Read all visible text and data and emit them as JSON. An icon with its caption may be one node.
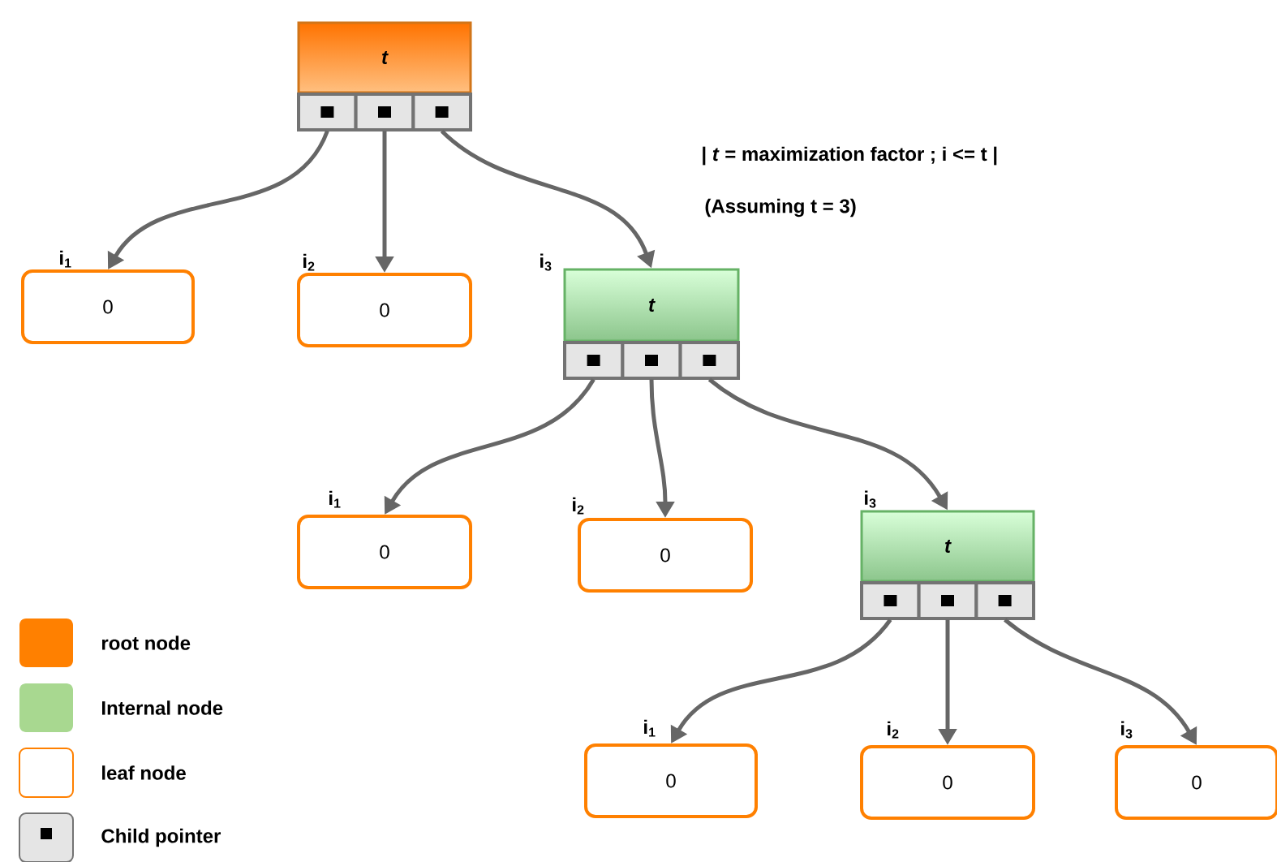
{
  "diagram": {
    "nodes": [
      {
        "text": [
          "t"
        ]
      },
      {
        "text": [
          "0"
        ],
        "beside": [
          "i$_{1}$"
        ]
      },
      {
        "text": [
          "0"
        ],
        "beside": [
          "i$_{2}$"
        ]
      },
      {
        "text": [
          "t"
        ],
        "beside": [
          "i$_{3}$"
        ]
      },
      {
        "text": [
          "0"
        ],
        "beside": [
          "i$_{1}$"
        ]
      },
      {
        "text": [
          "0"
        ],
        "beside": [
          "i$_{2}$"
        ]
      },
      {
        "text": [
          "t"
        ],
        "beside": [
          "i$_{3}$"
        ]
      },
      {
        "text": [
          "0"
        ],
        "beside": [
          "i$_{1}$"
        ]
      },
      {
        "text": [
          "0"
        ],
        "beside": [
          "i$_{2}$"
        ]
      },
      {
        "text": [
          "0"
        ],
        "beside": [
          "i$_{3}$"
        ]
      }
    ],
    "edges": [
      {
        "from": 0,
        "to": 1,
        "arrow": "to"
      },
      {
        "from": 0,
        "to": 2,
        "arrow": "to"
      },
      {
        "from": 0,
        "to": 3,
        "arrow": "to"
      },
      {
        "from": 3,
        "to": 4,
        "arrow": "to"
      },
      {
        "from": 3,
        "to": 5,
        "arrow": "to"
      },
      {
        "from": 3,
        "to": 6,
        "arrow": "to"
      },
      {
        "from": 6,
        "to": 7,
        "arrow": "to"
      },
      {
        "from": 6,
        "to": 8,
        "arrow": "to"
      },
      {
        "from": 6,
        "to": 9,
        "arrow": "to"
      }
    ],
    "labels": [
      "| *t* = maximization factor ; i <= t |",
      "(Assuming t = 3)"
    ],
    "legend": [
      {
        "text": "root node",
        "color": "#ff8000"
      },
      {
        "text": "Internal node",
        "color": "#a8d890"
      },
      {
        "text": "leaf node"
      },
      {
        "text": "Child pointer"
      }
    ]
  }
}
